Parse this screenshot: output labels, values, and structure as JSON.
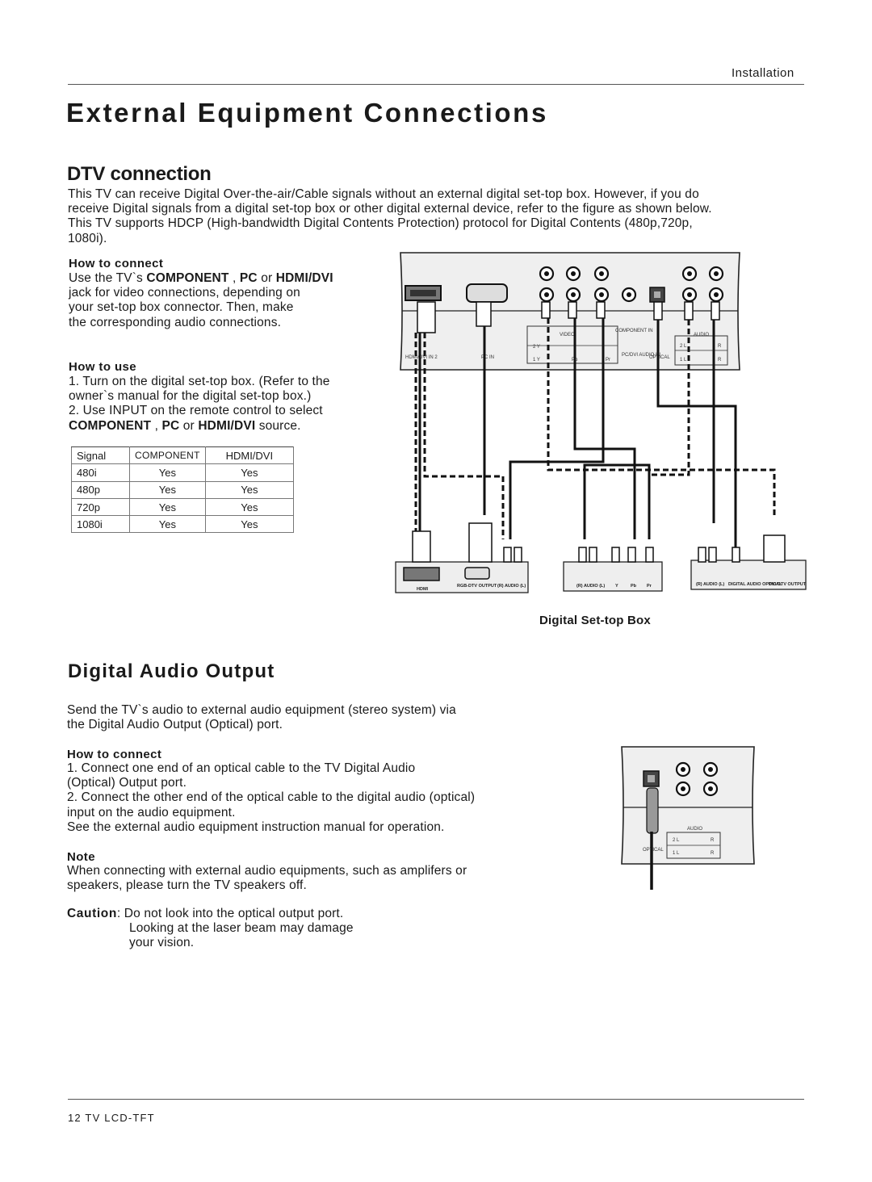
{
  "header": {
    "section": "Installation"
  },
  "page_title": "External Equipment Connections",
  "dtv": {
    "heading": "DTV connection",
    "intro": [
      "This TV can receive Digital Over-the-air/Cable signals without an external digital set-top box. However, if you do",
      "receive Digital signals from a digital set-top box or other digital external device, refer to the figure as shown below.",
      "This TV supports HDCP (High-bandwidth Digital Contents Protection) protocol for Digital Contents (480p,720p,",
      "1080i)."
    ],
    "how_to_connect": {
      "heading": "How to connect",
      "line1_pre": "Use the TV`s ",
      "component": "COMPONENT",
      "sep1": " , ",
      "pc": "PC",
      "or": " or ",
      "hdmi": "HDMI/DVI",
      "lines": [
        "jack for video connections, depending on",
        "your set-top box connector. Then, make",
        "the corresponding audio connections."
      ]
    },
    "how_to_use": {
      "heading": "How to use",
      "lines": [
        "1. Turn on the digital set-top box. (Refer to the",
        "owner`s manual for the digital set-top box.)",
        "2. Use INPUT on the remote control to select"
      ],
      "last_component": "COMPONENT",
      "last_sep": " , ",
      "last_pc": "PC",
      "last_or": " or  ",
      "last_hdmi": "HDMI/DVI",
      "last_tail": " source."
    },
    "signal_table": {
      "headers": [
        "Signal",
        "COMPONENT",
        "HDMI/DVI"
      ],
      "rows": [
        [
          "480i",
          "Yes",
          "Yes"
        ],
        [
          "480p",
          "Yes",
          "Yes"
        ],
        [
          "720p",
          "Yes",
          "Yes"
        ],
        [
          "1080i",
          "Yes",
          "Yes"
        ]
      ]
    },
    "diagram": {
      "tv_labels": {
        "hdmi_in": "HDMI/DVI IN 2",
        "pc_in": "PC IN",
        "video": "VIDEO",
        "component_in": "COMPONENT IN",
        "audio": "AUDIO",
        "row2_y": "2  Y",
        "row1_y": "1  Y",
        "pb": "Pb",
        "pr": "Pr",
        "pc_dvi_audio": "PC/DVI AUDIO IN",
        "optical": "OPTICAL",
        "row2_l": "2  L",
        "row1_l": "1  L",
        "r": "R"
      },
      "box_labels": {
        "hdmi": "HDMI",
        "rgb_out": "RGB-DTV OUTPUT",
        "r_audio_l": "(R) AUDIO (L)",
        "y": "Y",
        "pb": "Pb",
        "pr": "Pr",
        "digital_audio_optical": "DIGITAL AUDIO OPTICAL",
        "dvi_out": "DVI-DTV OUTPUT"
      },
      "caption": "Digital Set-top Box"
    }
  },
  "digital_audio": {
    "heading": "Digital  Audio Output",
    "intro": [
      "Send the TV`s audio to external audio equipment (stereo system) via",
      "the Digital Audio Output (Optical) port."
    ],
    "how_to_connect": {
      "heading": "How to connect",
      "lines": [
        "1. Connect one end of an optical cable to the TV Digital Audio",
        "(Optical) Output port.",
        "2. Connect the other end of the optical cable to the digital audio (optical)",
        "input on the audio equipment.",
        "See the external audio equipment instruction manual for operation."
      ]
    },
    "note": {
      "heading": "Note",
      "lines": [
        "When connecting with external audio equipments, such as amplifers or",
        "speakers, please turn the TV speakers off."
      ]
    },
    "caution": {
      "label": "Caution",
      "lines": [
        ": Do not look into the optical output port.",
        "Looking at the laser beam may damage",
        "your vision."
      ]
    },
    "diagram": {
      "audio": "AUDIO",
      "row2": "2  L",
      "row1": "1  L",
      "r": "R",
      "optical": "OPTICAL"
    }
  },
  "footer": {
    "page": "12  TV LCD-TFT"
  }
}
